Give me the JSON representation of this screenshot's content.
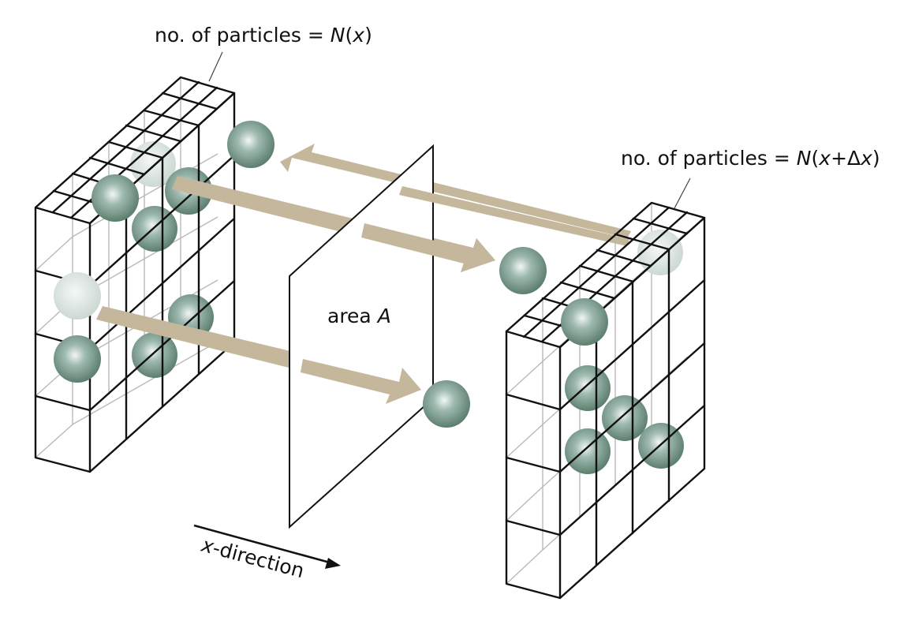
{
  "labels": {
    "left_count_prefix": "no. of particles = ",
    "left_count_fn": "N",
    "left_count_arg_open": "(",
    "left_count_arg": "x",
    "left_count_arg_close": ")",
    "right_count_prefix": "no. of particles = ",
    "right_count_fn": "N",
    "right_count_arg_open": "(",
    "right_count_arg_x": "x",
    "right_count_plus_delta": "+Δ",
    "right_count_arg_x2": "x",
    "right_count_arg_close": ")",
    "area_text": "area ",
    "area_symbol": "A",
    "direction_var": "x",
    "direction_text": "-direction"
  },
  "colors": {
    "particle": "#6f9384",
    "particle_light": "#d4ded9",
    "arrow": "#c4b79c",
    "line": "#111111",
    "back_line": "#b9b9b9"
  }
}
